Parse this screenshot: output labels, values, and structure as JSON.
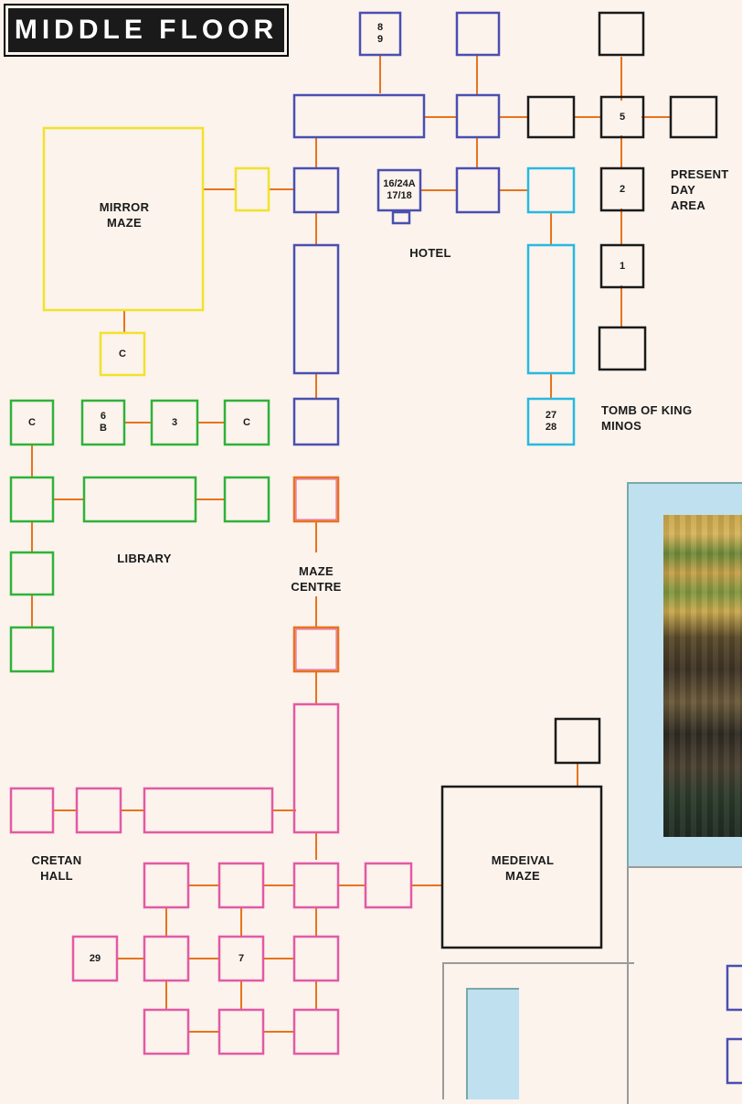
{
  "page_title": "MIDDLE FLOOR",
  "colors": {
    "background": "#fbf3ec",
    "present_day": "#1a1a1a",
    "hotel": "#4a4fb0",
    "tomb": "#27b9df",
    "mirror_maze": "#f2e22a",
    "library": "#2fb23a",
    "maze_centre": "#e8731c",
    "cretan_hall": "#e25aa5",
    "medieval_maze": "#1a1a1a",
    "connector": "#e8731c"
  },
  "area_labels": {
    "mirror_maze": "MIRROR\nMAZE",
    "hotel": "HOTEL",
    "present_day": "PRESENT\nDAY\nAREA",
    "tomb": "TOMB OF KING\nMINOS",
    "library": "LIBRARY",
    "maze_centre": "MAZE\nCENTRE",
    "cretan_hall": "CRETAN\nHALL",
    "medieval_maze": "MEDEIVAL\nMAZE"
  },
  "room_labels": {
    "r_89": "8\n9",
    "r_5": "5",
    "r_2": "2",
    "r_1": "1",
    "r_hotel": "16/24A\n17/18",
    "r_2728": "27\n28",
    "r_c_mirror": "C",
    "r_c_lib_left": "C",
    "r_6b": "6\nB",
    "r_3": "3",
    "r_c_lib_right": "C",
    "r_29": "29",
    "r_7": "7"
  },
  "photo_caption": ""
}
